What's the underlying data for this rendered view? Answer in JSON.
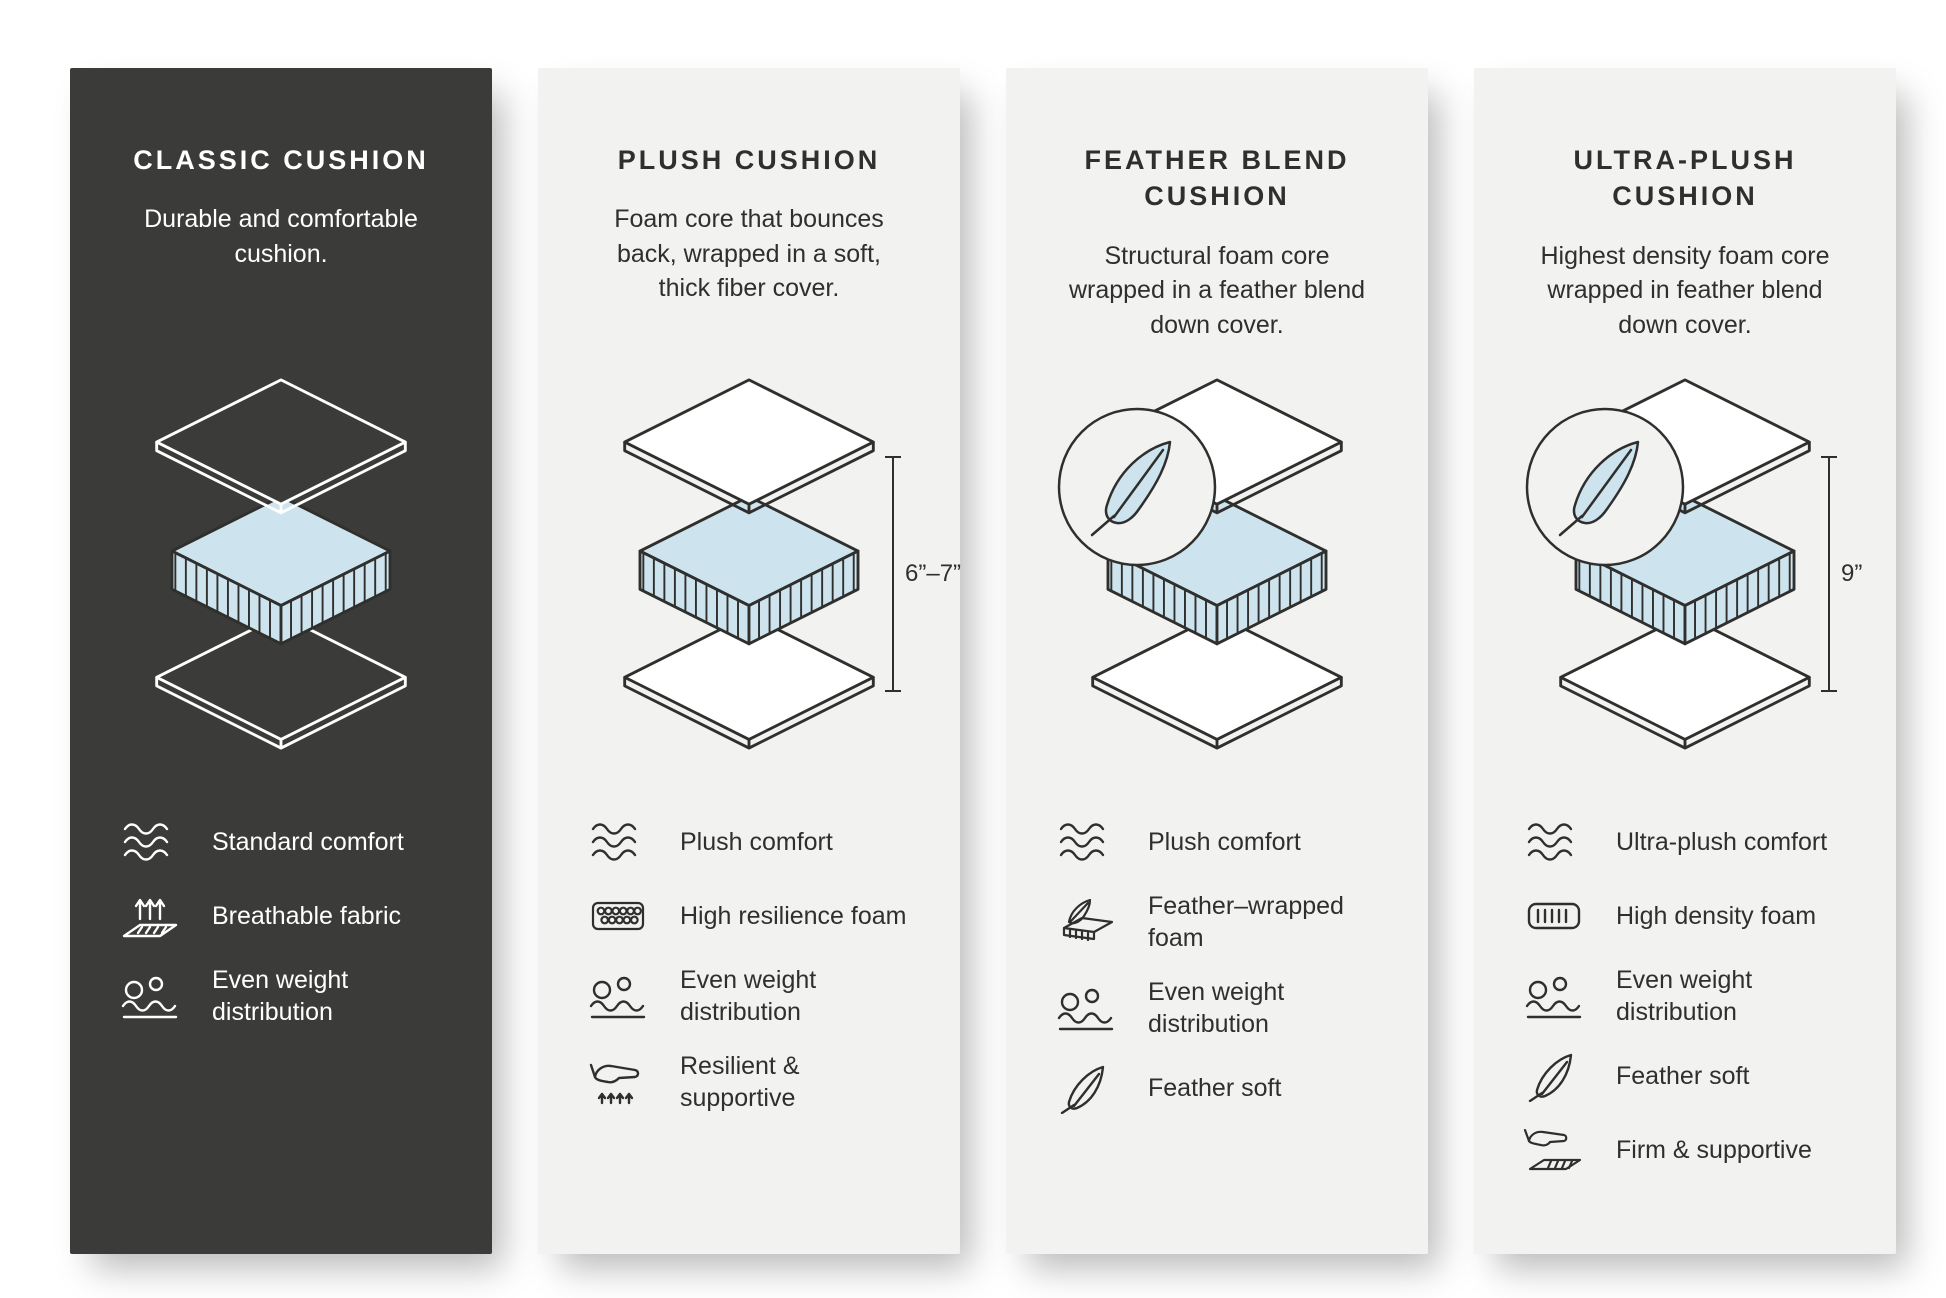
{
  "page": {
    "background": "#ffffff"
  },
  "colors": {
    "dark_panel": "#3b3b39",
    "light_panel": "#f2f2f0",
    "foam_blue": "#cde4ee",
    "line_dark": "#2f2f2d",
    "text_light": "#ffffff"
  },
  "panels": [
    {
      "id": "classic-cushion",
      "theme": "dark",
      "title": "CLASSIC CUSHION",
      "description": "Durable and comfortable cushion.",
      "height_label": "",
      "has_feather_badge": false,
      "features": [
        {
          "icon": "wave-comfort-icon",
          "label": "Standard comfort"
        },
        {
          "icon": "breathable-fabric-icon",
          "label": "Breathable fabric"
        },
        {
          "icon": "weight-distribution-icon",
          "label": "Even weight distribution"
        }
      ]
    },
    {
      "id": "plush-cushion",
      "theme": "light",
      "title": "PLUSH CUSHION",
      "description": "Foam core that bounces back, wrapped in a soft, thick fiber cover.",
      "height_label": "6”–7”",
      "has_feather_badge": false,
      "features": [
        {
          "icon": "wave-comfort-icon",
          "label": "Plush comfort"
        },
        {
          "icon": "resilience-foam-icon",
          "label": "High resilience foam"
        },
        {
          "icon": "weight-distribution-icon",
          "label": "Even weight distribution"
        },
        {
          "icon": "hand-support-icon",
          "label": "Resilient & supportive"
        }
      ]
    },
    {
      "id": "feather-blend-cushion",
      "theme": "light",
      "title": "FEATHER BLEND CUSHION",
      "description": "Structural foam core wrapped in a feather blend down cover.",
      "height_label": "",
      "has_feather_badge": true,
      "features": [
        {
          "icon": "wave-comfort-icon",
          "label": "Plush comfort"
        },
        {
          "icon": "feather-wrapped-foam-icon",
          "label": "Feather–wrapped foam"
        },
        {
          "icon": "weight-distribution-icon",
          "label": "Even weight distribution"
        },
        {
          "icon": "feather-icon",
          "label": "Feather soft"
        }
      ]
    },
    {
      "id": "ultra-plush-cushion",
      "theme": "light",
      "title": "ULTRA-PLUSH CUSHION",
      "description": "Highest density foam core wrapped in feather blend down cover.",
      "height_label": "9”",
      "has_feather_badge": true,
      "features": [
        {
          "icon": "wave-comfort-icon",
          "label": "Ultra-plush comfort"
        },
        {
          "icon": "density-foam-icon",
          "label": "High density foam"
        },
        {
          "icon": "weight-distribution-icon",
          "label": "Even weight distribution"
        },
        {
          "icon": "feather-icon",
          "label": "Feather soft"
        },
        {
          "icon": "hand-support-icon",
          "label": "Firm & supportive"
        }
      ]
    }
  ]
}
